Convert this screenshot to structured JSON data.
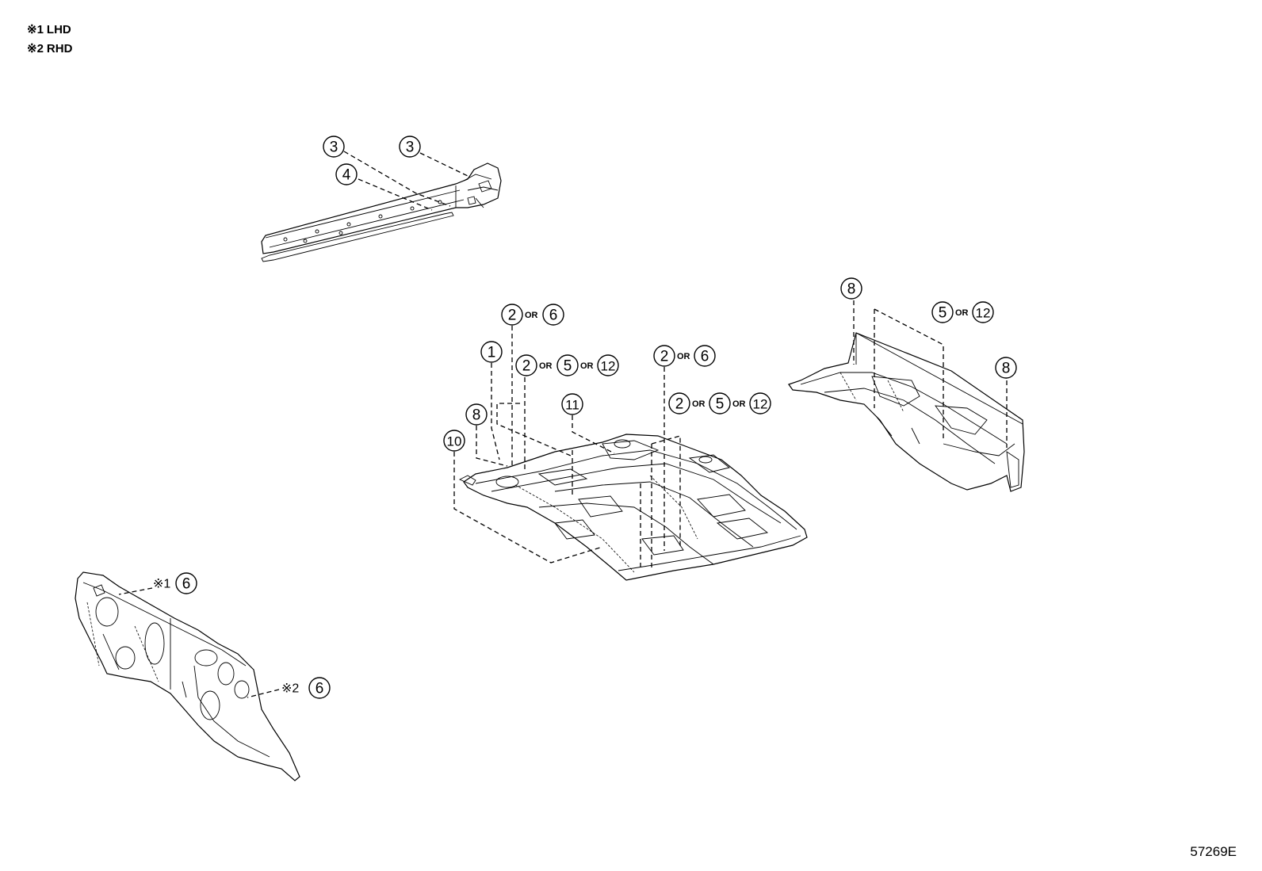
{
  "notes": [
    {
      "mark": "※1",
      "text": "LHD"
    },
    {
      "mark": "※2",
      "text": "RHD"
    }
  ],
  "drawing_id": "57269E",
  "callouts": {
    "c3a": "3",
    "c3b": "3",
    "c4": "4",
    "c2a": "2",
    "c6a": "6",
    "c1": "1",
    "c2b": "2",
    "c5a": "5",
    "c12a": "12",
    "c8a": "8",
    "c11": "11",
    "c10": "10",
    "c2c": "2",
    "c6b": "6",
    "c2d": "2",
    "c5b": "5",
    "c12b": "12",
    "c8b": "8",
    "c5c": "5",
    "c12c": "12",
    "c8c": "8",
    "c6c": "6",
    "c6d": "6"
  },
  "or_label": "OR",
  "side_marks": {
    "lhd": "※1",
    "rhd": "※2"
  }
}
